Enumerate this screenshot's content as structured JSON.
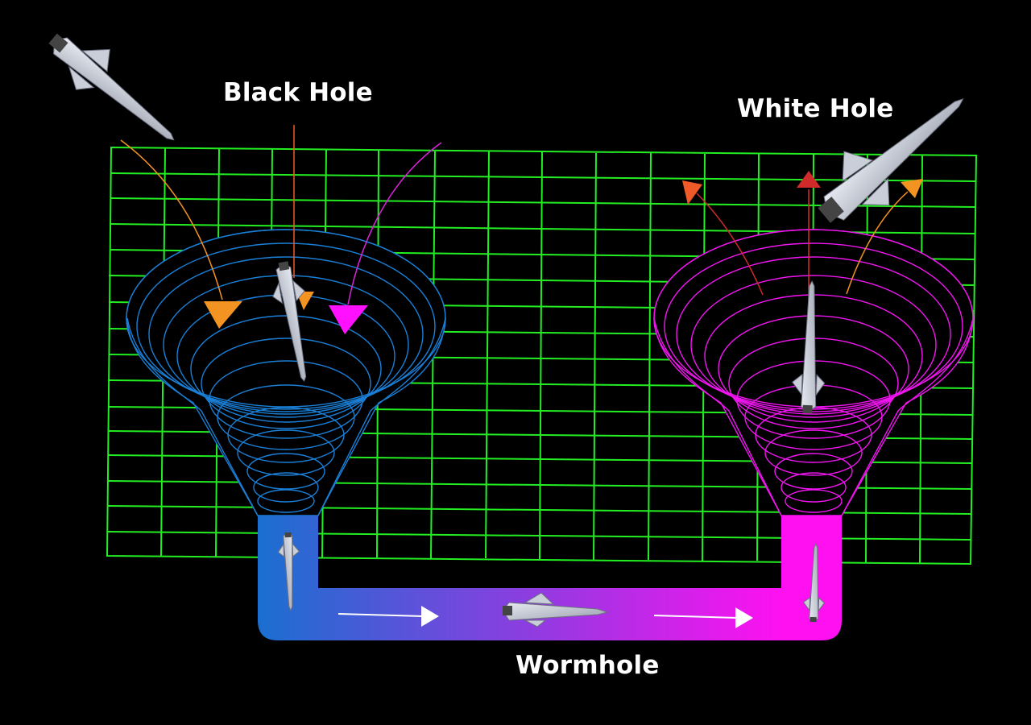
{
  "labels": {
    "black_hole": "Black Hole",
    "white_hole": "White Hole",
    "wormhole": "Wormhole"
  },
  "colors": {
    "background": "#000000",
    "grid": "#22ee22",
    "black_hole_funnel": "#1a7fd6",
    "white_hole_funnel": "#f015f0",
    "wormhole_gradient_start": "#1a6fd0",
    "wormhole_gradient_mid": "#8a3ee0",
    "wormhole_gradient_end": "#ff10f0",
    "arrow_orange": "#f39322",
    "arrow_magenta": "#ff10ff",
    "arrow_red_orange": "#f05a28",
    "arrow_red": "#d12a2a",
    "flow_arrow": "#ffffff"
  },
  "elements": {
    "spaceships": [
      "spaceship-entering",
      "spaceship-in-black-hole",
      "spaceship-descending-tube",
      "spaceship-in-wormhole",
      "spaceship-ascending-tube",
      "spaceship-in-white-hole",
      "spaceship-exiting"
    ],
    "inflow_arrows": [
      "orange-arrow",
      "orange-red-arrow",
      "magenta-arrow"
    ],
    "outflow_arrows": [
      "red-orange-arrow",
      "red-arrow",
      "orange-arrow"
    ],
    "flow_arrows": [
      "flow-arrow-1",
      "flow-arrow-2"
    ]
  }
}
